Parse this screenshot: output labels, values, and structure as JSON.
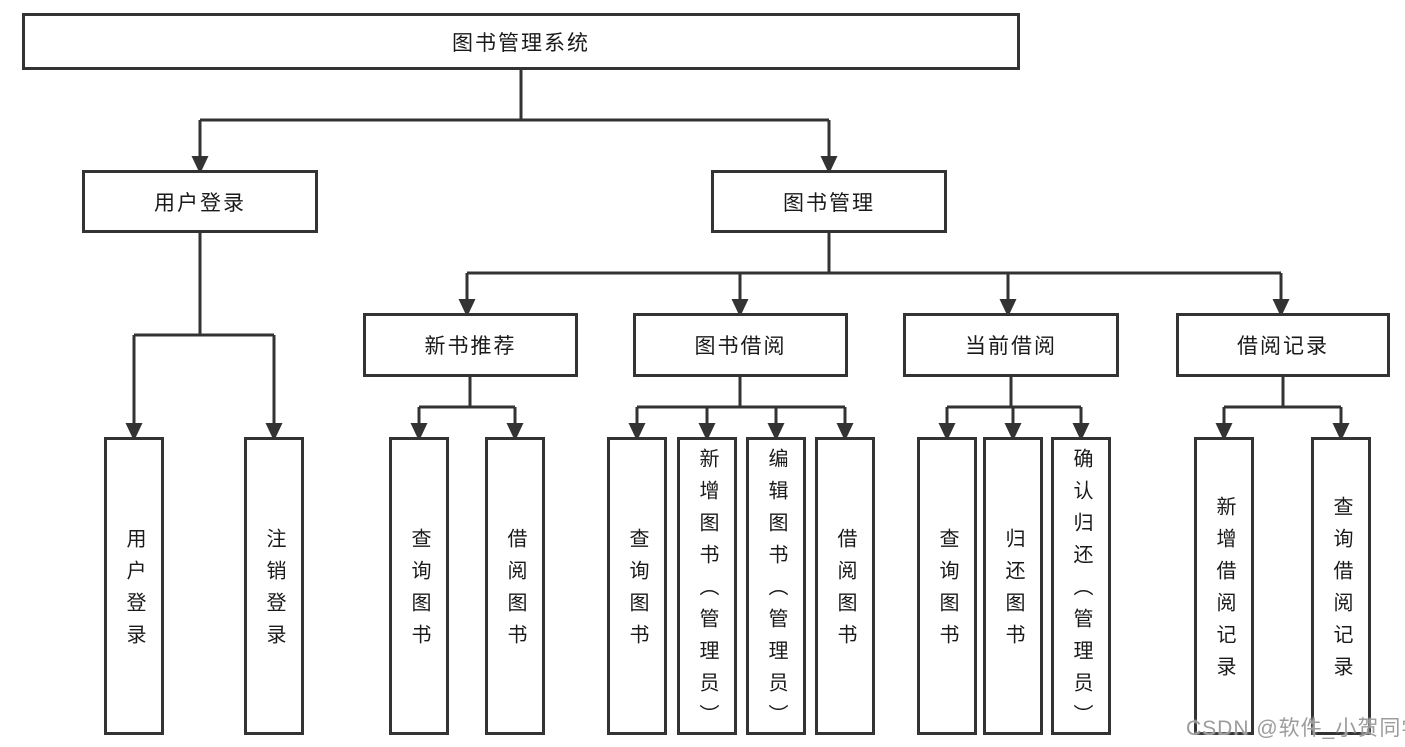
{
  "colors": {
    "line": "#333333",
    "box_border": "#333333",
    "box_fill": "#ffffff",
    "text": "#1a1a1a",
    "watermark_text_color": "#9c9c9c",
    "background": "#ffffff"
  },
  "tree": {
    "label": "图书管理系统",
    "children": [
      {
        "label": "用户登录",
        "children": [
          {
            "label": "用户登录"
          },
          {
            "label": "注销登录"
          }
        ]
      },
      {
        "label": "图书管理",
        "children": [
          {
            "label": "新书推荐",
            "children": [
              {
                "label": "查询图书"
              },
              {
                "label": "借阅图书"
              }
            ]
          },
          {
            "label": "图书借阅",
            "children": [
              {
                "label": "查询图书"
              },
              {
                "label": "新增图书（管理员）"
              },
              {
                "label": "编辑图书（管理员）"
              },
              {
                "label": "借阅图书"
              }
            ]
          },
          {
            "label": "当前借阅",
            "children": [
              {
                "label": "查询图书"
              },
              {
                "label": "归还图书"
              },
              {
                "label": "确认归还（管理员）"
              }
            ]
          },
          {
            "label": "借阅记录",
            "children": [
              {
                "label": "新增借阅记录"
              },
              {
                "label": "查询借阅记录"
              }
            ]
          }
        ]
      }
    ]
  },
  "watermark": {
    "text": "CSDN @软件_小贺同学"
  }
}
